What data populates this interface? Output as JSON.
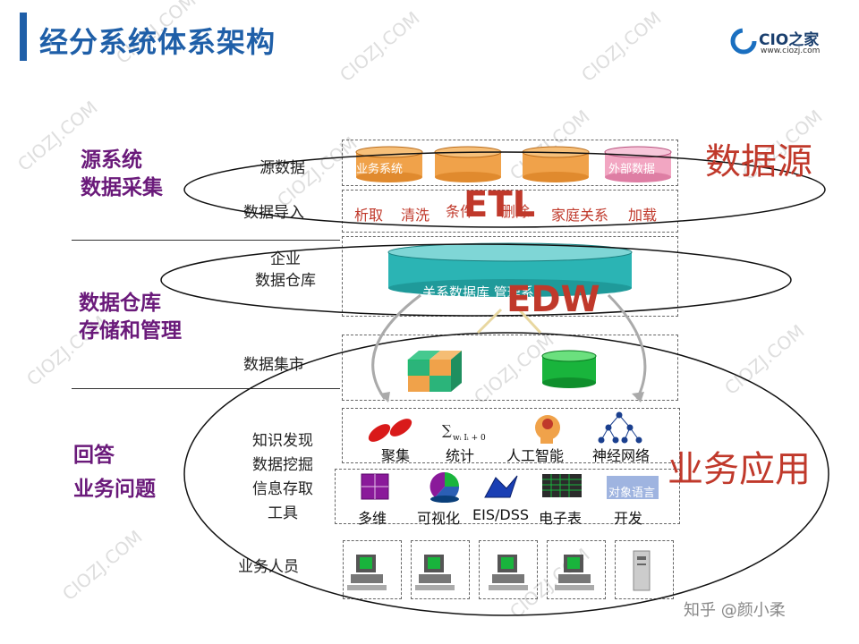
{
  "title": "经分系统体系架构",
  "logo": {
    "name": "CIO之家",
    "url": "www.ciozj.com"
  },
  "watermark": "CIOZJ.COM",
  "left_sections": [
    {
      "line1": "源系统",
      "line2": "数据采集"
    },
    {
      "line1": "数据仓库",
      "line2": "存储和管理"
    },
    {
      "line1": "回答",
      "line2": "业务问题"
    }
  ],
  "mid_labels": {
    "source_data": "源数据",
    "data_import": "数据导入",
    "enterprise_dw_1": "企业",
    "enterprise_dw_2": "数据仓库",
    "data_mart": "数据集市",
    "knowledge_1": "知识发现",
    "knowledge_2": "数据挖掘",
    "knowledge_3": "信息存取",
    "knowledge_4": "工具",
    "business_users": "业务人员"
  },
  "big_labels": {
    "datasource": "数据源",
    "etl": "ETL",
    "edw": "EDW",
    "business_app": "业务应用"
  },
  "source_cylinders": [
    "业务系统",
    "",
    "",
    "外部数据"
  ],
  "etl_steps": [
    "析取",
    "清洗",
    "条件",
    "删除",
    "家庭关系",
    "加载"
  ],
  "dw_label": "关系数据库 管理系",
  "mining_items": [
    "聚集",
    "统计",
    "人工智能",
    "神经网络"
  ],
  "access_items": [
    "多维",
    "可视化",
    "EIS/DSS",
    "电子表",
    "开发"
  ],
  "object_lang": "对象语言",
  "footer": "知乎 @颜小柔",
  "colors": {
    "title": "#1f5fa8",
    "left_label": "#6a1a7a",
    "red": "#c0392b",
    "orange": "#f0a24a",
    "teal": "#2bb4b4",
    "green": "#19b43c"
  }
}
